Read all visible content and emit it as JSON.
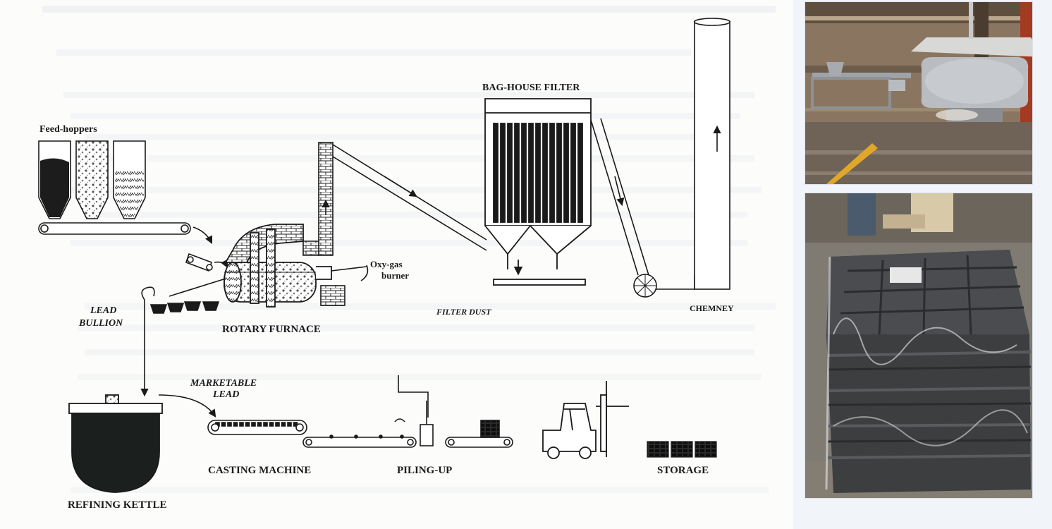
{
  "diagram": {
    "labels": {
      "feed_hoppers": "Feed-hoppers",
      "bag_house_filter": "BAG-HOUSE FILTER",
      "oxy_gas_burner_line1": "Oxy-gas",
      "oxy_gas_burner_line2": "burner",
      "filter_dust": "FILTER DUST",
      "chemney": "CHEMNEY",
      "lead_bullion_line1": "LEAD",
      "lead_bullion_line2": "BULLION",
      "rotary_furnace": "ROTARY FURNACE",
      "marketable_lead_line1": "MARKETABLE",
      "marketable_lead_line2": "LEAD",
      "casting_machine": "CASTING MACHINE",
      "piling_up": "PILING-UP",
      "storage": "STORAGE",
      "refining_kettle": "REFINING KETTLE"
    }
  },
  "colors": {
    "panel_bg": "#fcfcfb",
    "ink": "#1a1a1a",
    "page_bg": "#f1f4f9"
  }
}
